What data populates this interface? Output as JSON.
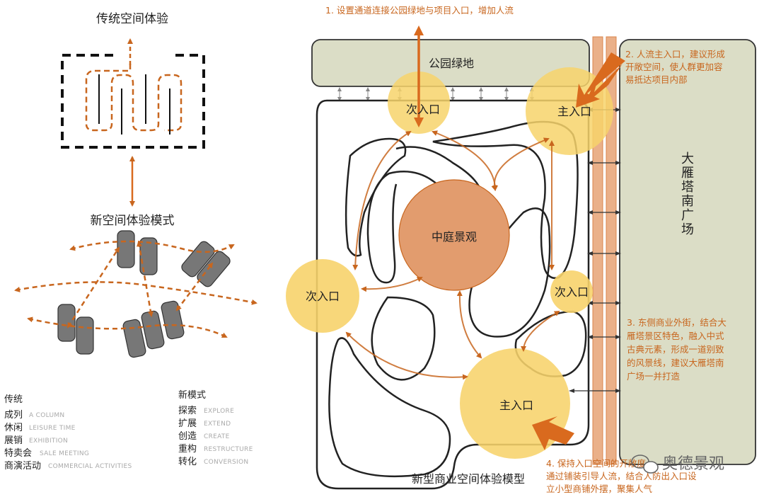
{
  "colors": {
    "accent_orange": "#d96a1e",
    "dashed_orange": "#c8661e",
    "circle_yellow": "#f7d36b",
    "circle_center": "#e29c6e",
    "green_block": "#dbddc6",
    "pillar_gray": "#777777",
    "stripe_orange": "#eab089"
  },
  "left": {
    "traditional_title": "传统空间体验",
    "new_mode_title": "新空间体验模式"
  },
  "legend": {
    "traditional": {
      "heading": "传统",
      "items": [
        {
          "cn": "成列",
          "en": "A COLUMN"
        },
        {
          "cn": "休闲",
          "en": "LEISURE TIME"
        },
        {
          "cn": "展销",
          "en": "EXHIBITION"
        },
        {
          "cn": "特卖会",
          "en": "SALE MEETING"
        },
        {
          "cn": "商演活动",
          "en": "COMMERCIAL ACTIVITIES"
        }
      ]
    },
    "new": {
      "heading": "新模式",
      "items": [
        {
          "cn": "探索",
          "en": "EXPLORE"
        },
        {
          "cn": "扩展",
          "en": "EXTEND"
        },
        {
          "cn": "创造",
          "en": "CREATE"
        },
        {
          "cn": "重构",
          "en": "RESTRUCTURE"
        },
        {
          "cn": "转化",
          "en": "CONVERSION"
        }
      ]
    }
  },
  "right": {
    "park_label": "公园绿地",
    "plaza_label": [
      "大",
      "雁",
      "塔",
      "南",
      "广",
      "场"
    ],
    "center_label": "中庭景观",
    "secondary_entrance_label": "次入口",
    "main_entrance_label": "主入口",
    "model_title": "新型商业空间体验模型",
    "notes": {
      "n1": "1. 设置通道连接公园绿地与项目入口，增加人流",
      "n2": [
        "2. 人流主入口，建议形成",
        "开敞空间，使人群更加容",
        "易抵达项目内部"
      ],
      "n3": [
        "3. 东侧商业外街，结合大",
        "雁塔景区特色，融入中式",
        "古典元素，形成一道别致",
        "的风景线，建议大雁塔南",
        "广场一并打造"
      ],
      "n4": [
        "4. 保持入口空间的开敞度，",
        "通过铺装引导人流，结合人防出入口设",
        "立小型商铺外摆，聚集人气"
      ]
    }
  },
  "watermark": "奥德景观"
}
